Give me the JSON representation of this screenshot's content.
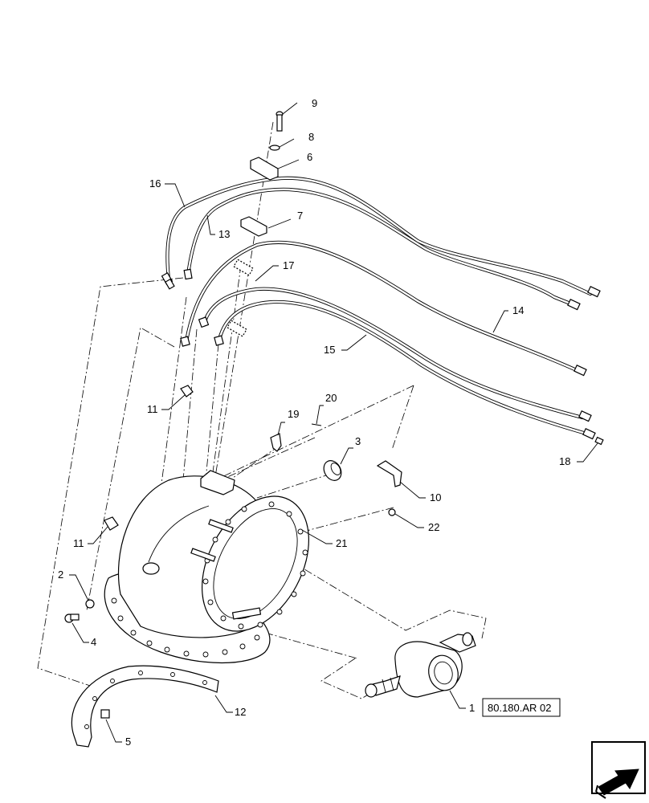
{
  "callouts": [
    {
      "id": "c1",
      "label": "1"
    },
    {
      "id": "c2",
      "label": "2"
    },
    {
      "id": "c3",
      "label": "3"
    },
    {
      "id": "c4",
      "label": "4"
    },
    {
      "id": "c5",
      "label": "5"
    },
    {
      "id": "c6",
      "label": "6"
    },
    {
      "id": "c7",
      "label": "7"
    },
    {
      "id": "c8",
      "label": "8"
    },
    {
      "id": "c9",
      "label": "9"
    },
    {
      "id": "c10",
      "label": "10"
    },
    {
      "id": "c11a",
      "label": "11"
    },
    {
      "id": "c11b",
      "label": "11"
    },
    {
      "id": "c12",
      "label": "12"
    },
    {
      "id": "c13",
      "label": "13"
    },
    {
      "id": "c14",
      "label": "14"
    },
    {
      "id": "c15",
      "label": "15"
    },
    {
      "id": "c16",
      "label": "16"
    },
    {
      "id": "c17",
      "label": "17"
    },
    {
      "id": "c18",
      "label": "18"
    },
    {
      "id": "c19",
      "label": "19"
    },
    {
      "id": "c20",
      "label": "20"
    },
    {
      "id": "c21",
      "label": "21"
    },
    {
      "id": "c22",
      "label": "22"
    }
  ],
  "reference": {
    "label": "80.180.AR 02"
  },
  "nav": {
    "icon": "next-page-arrow-icon"
  }
}
